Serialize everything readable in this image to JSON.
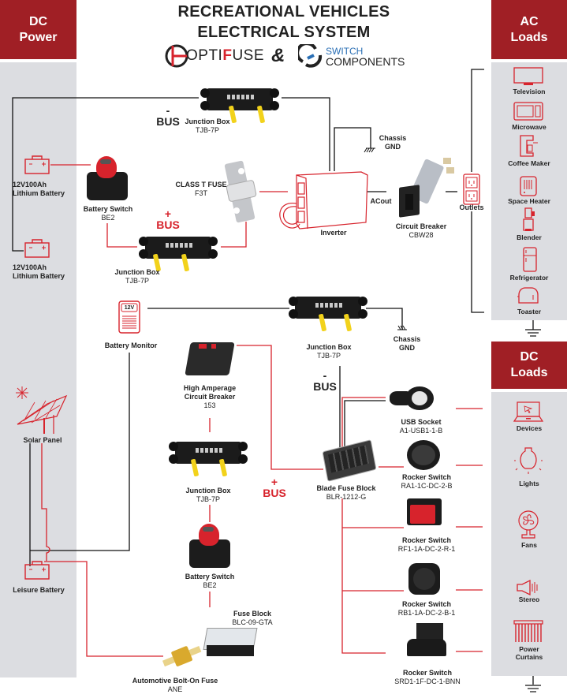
{
  "title": {
    "line1": "RECREATIONAL VEHICLES",
    "line2": "ELECTRICAL SYSTEM"
  },
  "logos": {
    "optifuse_prefix": "OPTI",
    "optifuse_accent": "F",
    "optifuse_suffix": "USE",
    "ampersand": "&",
    "switch_line1": "SWITCH",
    "switch_line2": "COMPONENTS"
  },
  "colors": {
    "panel_header": "#a01f25",
    "panel_body": "#dcdde1",
    "accent_red": "#d7232c",
    "switch_blue": "#2a6fb5"
  },
  "panels": {
    "dc_power": {
      "title_line1": "DC",
      "title_line2": "Power"
    },
    "ac_loads": {
      "title_line1": "AC",
      "title_line2": "Loads"
    },
    "dc_loads": {
      "title_line1": "DC",
      "title_line2": "Loads"
    }
  },
  "dc_power_items": [
    {
      "name": "12V100Ah",
      "sub": "Lithium Battery",
      "icon": "battery-icon"
    },
    {
      "name": "12V100Ah",
      "sub": "Lithium Battery",
      "icon": "battery-icon"
    },
    {
      "name": "Solar Panel",
      "icon": "solar-panel-icon"
    },
    {
      "name": "Leisure Battery",
      "icon": "battery-icon"
    }
  ],
  "ac_loads": [
    {
      "label": "Television",
      "icon": "television-icon"
    },
    {
      "label": "Microwave",
      "icon": "microwave-icon"
    },
    {
      "label": "Coffee Maker",
      "icon": "coffee-maker-icon"
    },
    {
      "label": "Space Heater",
      "icon": "space-heater-icon"
    },
    {
      "label": "Blender",
      "icon": "blender-icon"
    },
    {
      "label": "Refrigerator",
      "icon": "refrigerator-icon"
    },
    {
      "label": "Toaster",
      "icon": "toaster-icon"
    }
  ],
  "dc_loads": [
    {
      "label": "Devices",
      "icon": "laptop-icon"
    },
    {
      "label": "Lights",
      "icon": "light-bulb-icon"
    },
    {
      "label": "Fans",
      "icon": "fan-icon"
    },
    {
      "label": "Stereo",
      "icon": "speaker-icon"
    },
    {
      "label": "Power Curtains",
      "line1": "Power",
      "line2": "Curtains",
      "icon": "curtains-icon"
    }
  ],
  "components": {
    "jb_neg_top": {
      "name": "Junction Box",
      "model": "TJB-7P"
    },
    "battery_switch_top": {
      "name": "Battery Switch",
      "model": "BE2"
    },
    "jb_pos_top": {
      "name": "Junction Box",
      "model": "TJB-7P"
    },
    "class_t_fuse": {
      "name": "CLASS T FUSE",
      "model": "F3T"
    },
    "inverter": {
      "name": "Inverter"
    },
    "chassis_gnd_top": {
      "line1": "Chassis",
      "line2": "GND"
    },
    "acout": {
      "label": "ACout"
    },
    "circuit_breaker": {
      "name": "Circuit Breaker",
      "model": "CBW28"
    },
    "outlets": {
      "name": "Outlets"
    },
    "battery_monitor": {
      "name": "Battery Monitor",
      "display": "12V"
    },
    "jb_neg_mid": {
      "name": "Junction Box",
      "model": "TJB-7P"
    },
    "chassis_gnd_mid": {
      "line1": "Chassis",
      "line2": "GND"
    },
    "high_amp_cb": {
      "line1": "High Amperage",
      "line2": "Circuit Breaker",
      "model": "153"
    },
    "jb_pos_bottom": {
      "name": "Junction Box",
      "model": "TJB-7P"
    },
    "battery_switch_bottom": {
      "name": "Battery Switch",
      "model": "BE2"
    },
    "fuse_block": {
      "name": "Fuse Block",
      "model": "BLC-09-GTA"
    },
    "bolt_on_fuse": {
      "name": "Automotive Bolt-On Fuse",
      "model": "ANE"
    },
    "blade_fuse_block": {
      "name": "Blade Fuse Block",
      "model": "BLR-1212-G"
    },
    "usb_socket": {
      "name": "USB Socket",
      "model": "A1-USB1-1-B"
    },
    "rocker_1": {
      "name": "Rocker Switch",
      "model": "RA1-1C-DC-2-B"
    },
    "rocker_2": {
      "name": "Rocker Switch",
      "model": "RF1-1A-DC-2-R-1"
    },
    "rocker_3": {
      "name": "Rocker Switch",
      "model": "RB1-1A-DC-2-B-1"
    },
    "rocker_4": {
      "name": "Rocker Switch",
      "model": "SRD1-1F-DC-1-BNN"
    }
  },
  "bus_labels": {
    "neg_sign": "-",
    "pos_sign": "+",
    "bus": "BUS"
  }
}
